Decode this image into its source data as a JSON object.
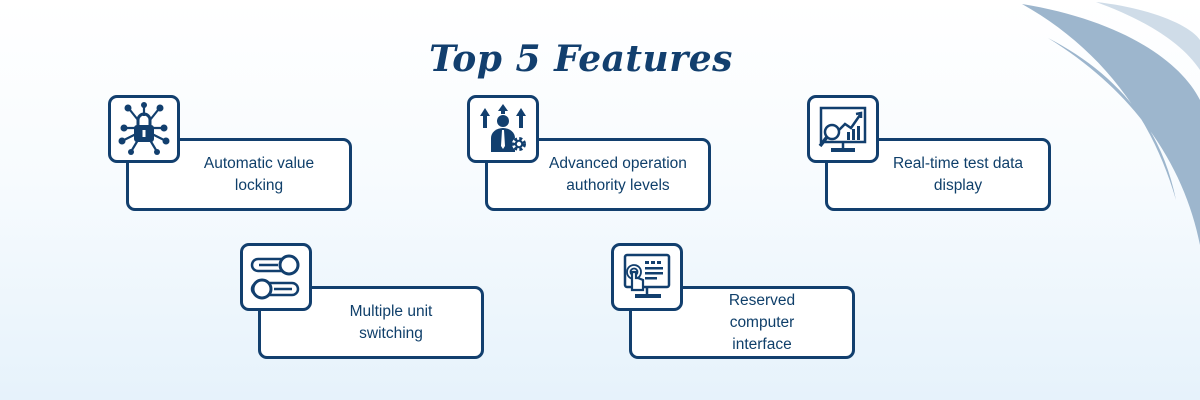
{
  "title": "Top 5 Features",
  "features": [
    {
      "label_lines": [
        "Automatic value",
        "locking"
      ],
      "icon": "circuit-lock-icon"
    },
    {
      "label_lines": [
        "Advanced operation",
        "authority levels"
      ],
      "icon": "user-authority-gear-icon"
    },
    {
      "label_lines": [
        "Real-time test data",
        "display"
      ],
      "icon": "chart-monitor-magnifier-icon"
    },
    {
      "label_lines": [
        "Multiple unit",
        "switching"
      ],
      "icon": "toggle-switches-icon"
    },
    {
      "label_lines": [
        "Reserved",
        "computer",
        "interface"
      ],
      "icon": "touch-monitor-icon"
    }
  ],
  "colors": {
    "primary": "#123f6e",
    "accent": "#98b2ca",
    "background": "#e6f2fb"
  }
}
